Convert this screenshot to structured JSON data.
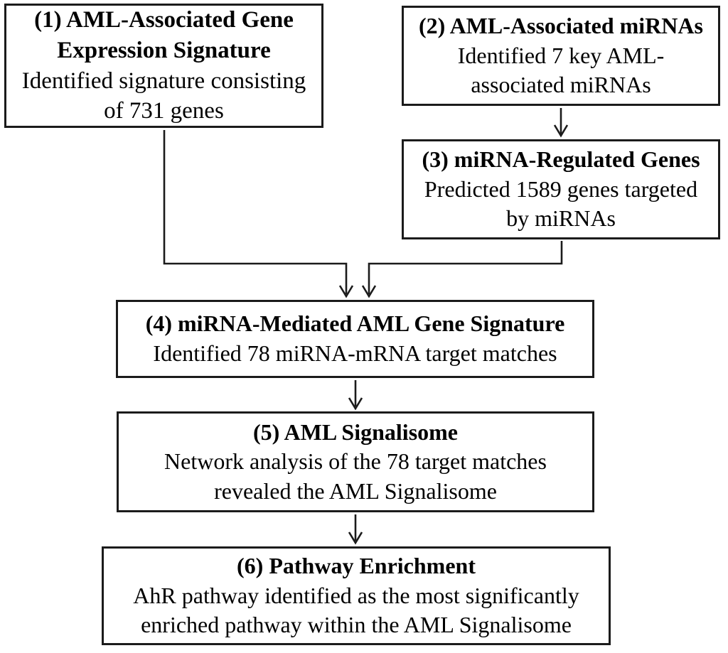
{
  "colors": {
    "background": "#ffffff",
    "line": "#1b1b1b",
    "text": "#000000"
  },
  "boxes": {
    "box1": {
      "title": "(1) AML-Associated Gene\nExpression Signature",
      "body": "Identified signature consisting\nof 731 genes"
    },
    "box2": {
      "title": "(2) AML-Associated miRNAs",
      "body": "Identified 7 key AML-\nassociated miRNAs"
    },
    "box3": {
      "title": "(3) miRNA-Regulated Genes",
      "body": "Predicted 1589 genes targeted\nby miRNAs"
    },
    "box4": {
      "title": "(4) miRNA-Mediated AML Gene Signature",
      "body": "Identified 78 miRNA-mRNA target matches"
    },
    "box5": {
      "title": "(5) AML Signalisome",
      "body": "Network analysis of the 78 target matches\nrevealed the AML Signalisome"
    },
    "box6": {
      "title": "(6) Pathway Enrichment",
      "body": "AhR pathway identified as the most significantly\nenriched pathway within the AML Signalisome"
    }
  }
}
